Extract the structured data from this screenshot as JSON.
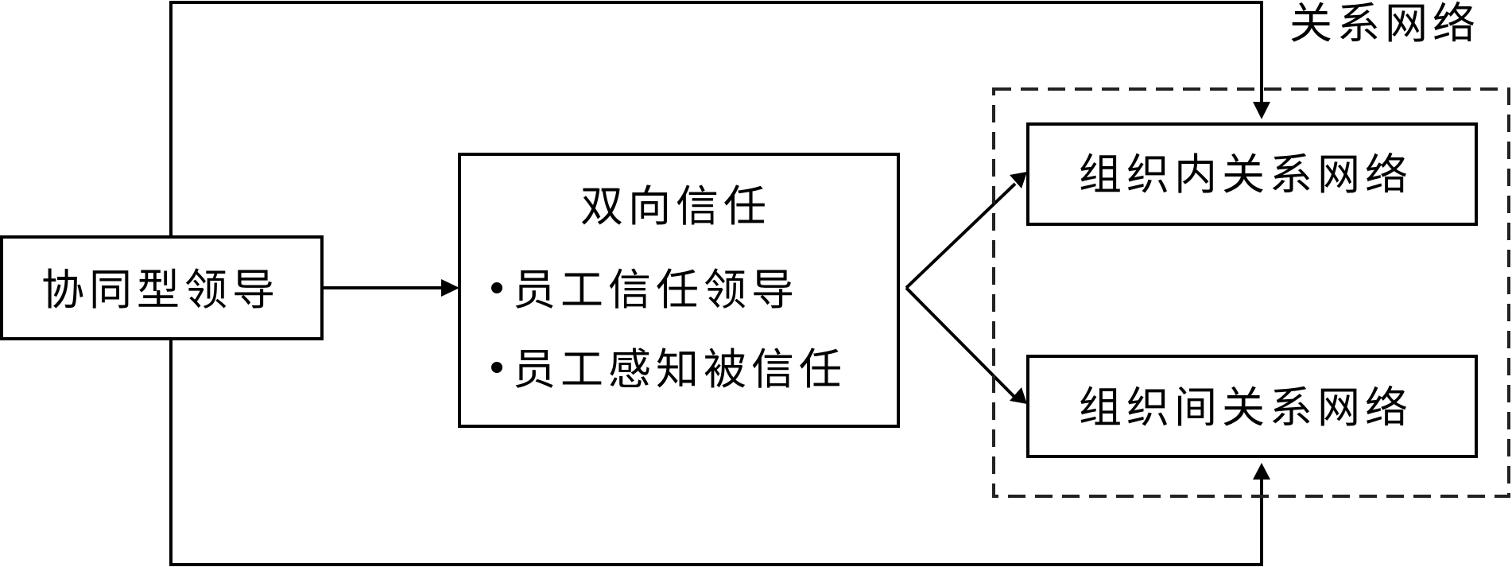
{
  "diagram": {
    "leader_box": {
      "label": "协同型领导"
    },
    "trust_box": {
      "title": "双向信任",
      "items": [
        "员工信任领导",
        "员工感知被信任"
      ]
    },
    "network_group": {
      "label": "关系网络",
      "boxes": [
        "组织内关系网络",
        "组织间关系网络"
      ]
    }
  }
}
